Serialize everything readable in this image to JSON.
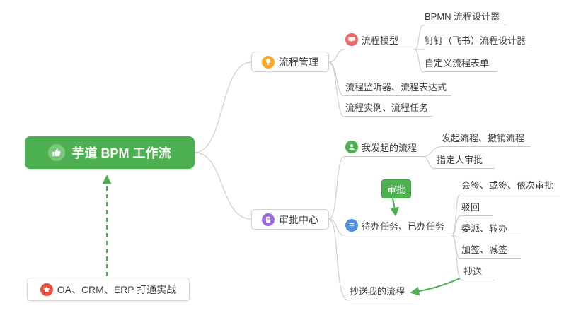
{
  "root": {
    "label": "芋道 BPM 工作流",
    "icon": "thumbs-up-icon"
  },
  "branches": {
    "process_mgmt": {
      "label": "流程管理",
      "icon": "lightbulb-icon",
      "icon_color": "#ffa726"
    },
    "approval_center": {
      "label": "审批中心",
      "icon": "document-icon",
      "icon_color": "#9c6ade"
    }
  },
  "nodes": {
    "process_model": {
      "label": "流程模型",
      "icon": "chat-icon",
      "icon_color": "#ee6666"
    },
    "bpmn_designer": {
      "label": "BPMN 流程设计器"
    },
    "dingtalk_designer": {
      "label": "钉钉（飞书）流程设计器"
    },
    "custom_form": {
      "label": "自定义流程表单"
    },
    "listener_expression": {
      "label": "流程监听器、流程表达式"
    },
    "instance_task": {
      "label": "流程实例、流程任务"
    },
    "my_initiated": {
      "label": "我发起的流程",
      "icon": "user-icon",
      "icon_color": "#4cb050"
    },
    "initiate_cancel": {
      "label": "发起流程、撤销流程"
    },
    "assignee_approval": {
      "label": "指定人审批"
    },
    "approval_badge": {
      "label": "审批"
    },
    "todo_done": {
      "label": "待办任务、已办任务",
      "icon": "list-icon",
      "icon_color": "#4a90e2"
    },
    "countersign": {
      "label": "会签、或签、依次审批"
    },
    "reject": {
      "label": "驳回"
    },
    "delegate_transfer": {
      "label": "委派、转办"
    },
    "add_remove_sign": {
      "label": "加签、减签"
    },
    "cc": {
      "label": "抄送"
    },
    "cc_my_flow": {
      "label": "抄送我的流程"
    },
    "oa_crm_erp": {
      "label": "OA、CRM、ERP 打通实战",
      "icon": "star-icon",
      "icon_color": "#ec4d3d"
    }
  },
  "colors": {
    "root_bg": "#4cb050",
    "accent_green": "#4cb050",
    "connector_gray": "#cfcfcf",
    "text": "#3c3c3c",
    "underline": "#c8c8c8"
  }
}
